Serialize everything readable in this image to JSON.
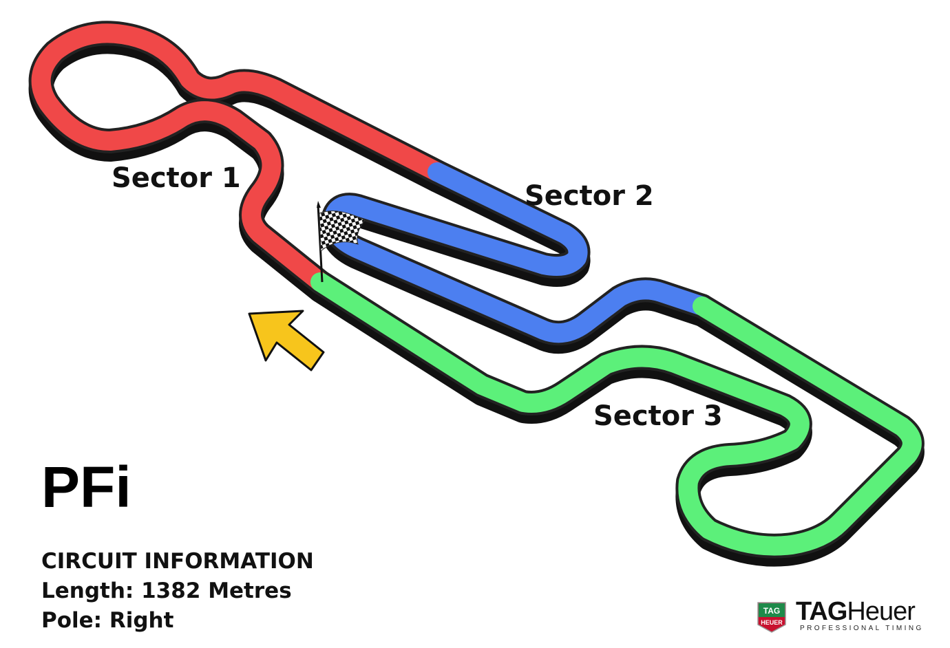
{
  "circuit": {
    "name": "PFi",
    "info_heading": "CIRCUIT INFORMATION",
    "length": "Length: 1382 Metres",
    "pole": "Pole: Right"
  },
  "sectors": [
    {
      "label": "Sector 1",
      "color": "#f04848"
    },
    {
      "label": "Sector 2",
      "color": "#4c7ff0"
    },
    {
      "label": "Sector 3",
      "color": "#5cf07a"
    }
  ],
  "direction_arrow_color": "#f7c51c",
  "logo": {
    "brand_bold": "TAG",
    "brand_light": "Heuer",
    "tagline": "PROFESSIONAL TIMING",
    "badge_top": "TAG",
    "badge_bottom": "HEUER"
  }
}
